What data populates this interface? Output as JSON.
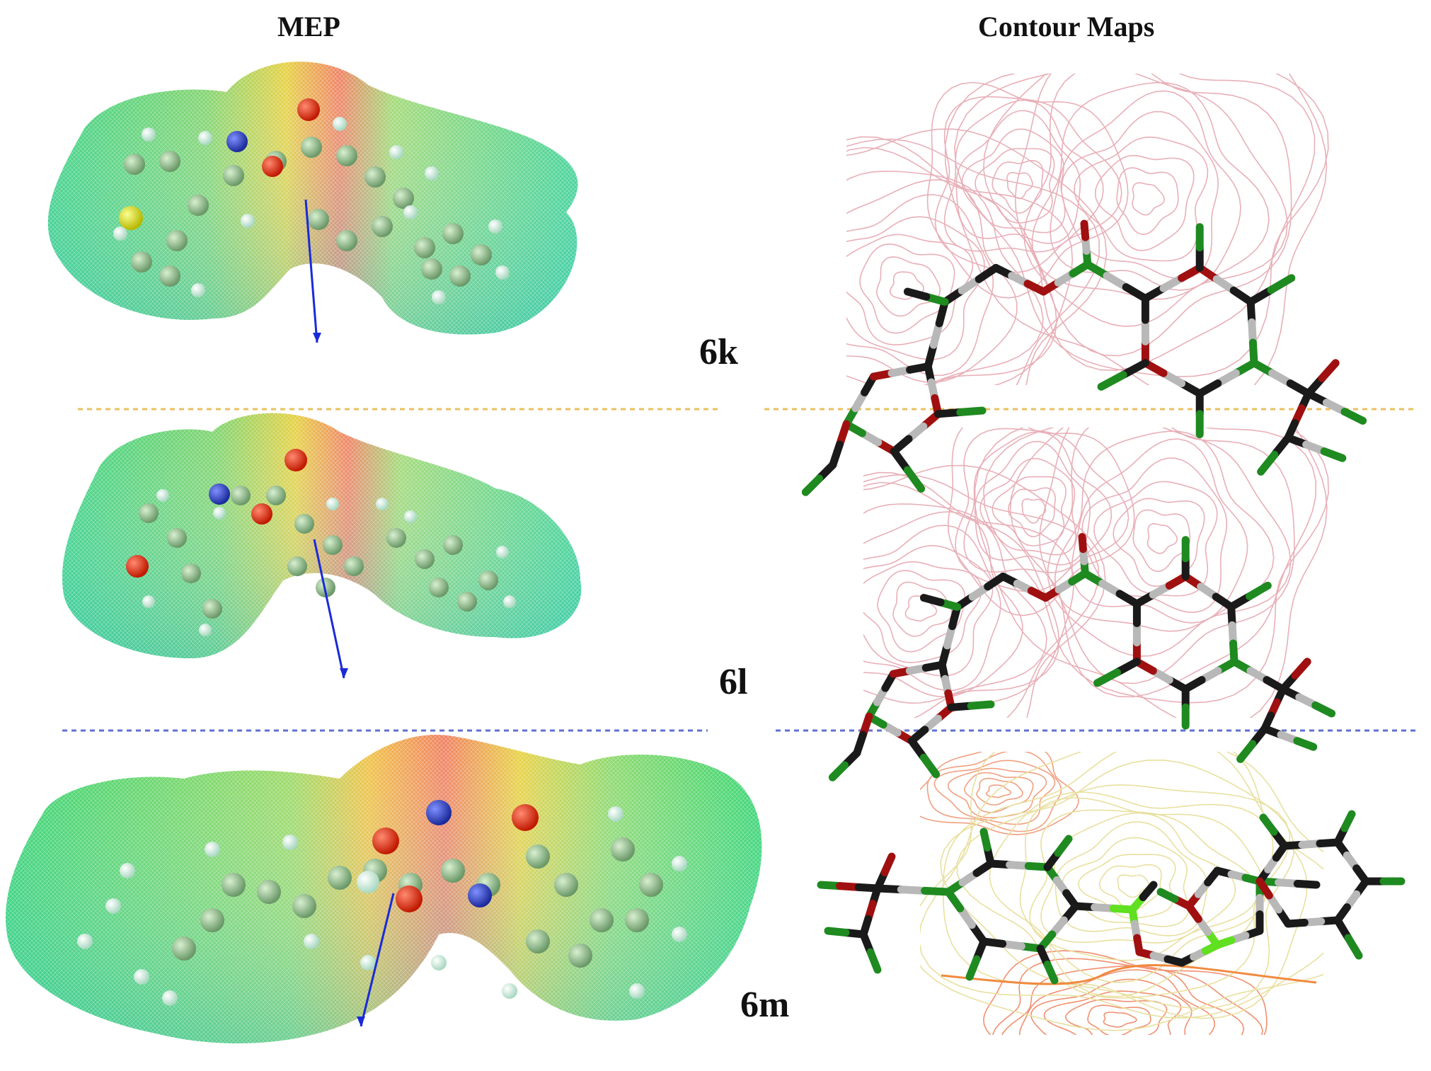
{
  "headers": {
    "left": "MEP",
    "right": "Contour Maps"
  },
  "compounds": [
    {
      "id": "6k",
      "label": "6k"
    },
    {
      "id": "6l",
      "label": "6l"
    },
    {
      "id": "6m",
      "label": "6m"
    }
  ],
  "colors": {
    "surface_green": "#2ed36a",
    "surface_red": "#e5492f",
    "surface_yellow": "#e8d834",
    "surface_cyan": "#3cc8c0",
    "atom_oxygen": "#e02a10",
    "atom_nitrogen": "#2a3ec8",
    "atom_sulfur": "#e4e81a",
    "atom_carbon": "#8fba8a",
    "atom_hydrogen": "#d8efe0",
    "dipole": "#1a2ad8",
    "contour_pink": "#e8b0b8",
    "contour_orange": "#f08a50",
    "separator_top": "#e8c060",
    "separator_bottom": "#6070d0",
    "bond_dark": "#1a1a1a",
    "bond_light": "#b8b8b8",
    "bond_red": "#a01010",
    "bond_green": "#1e8a20",
    "bond_lime": "#60e020"
  }
}
